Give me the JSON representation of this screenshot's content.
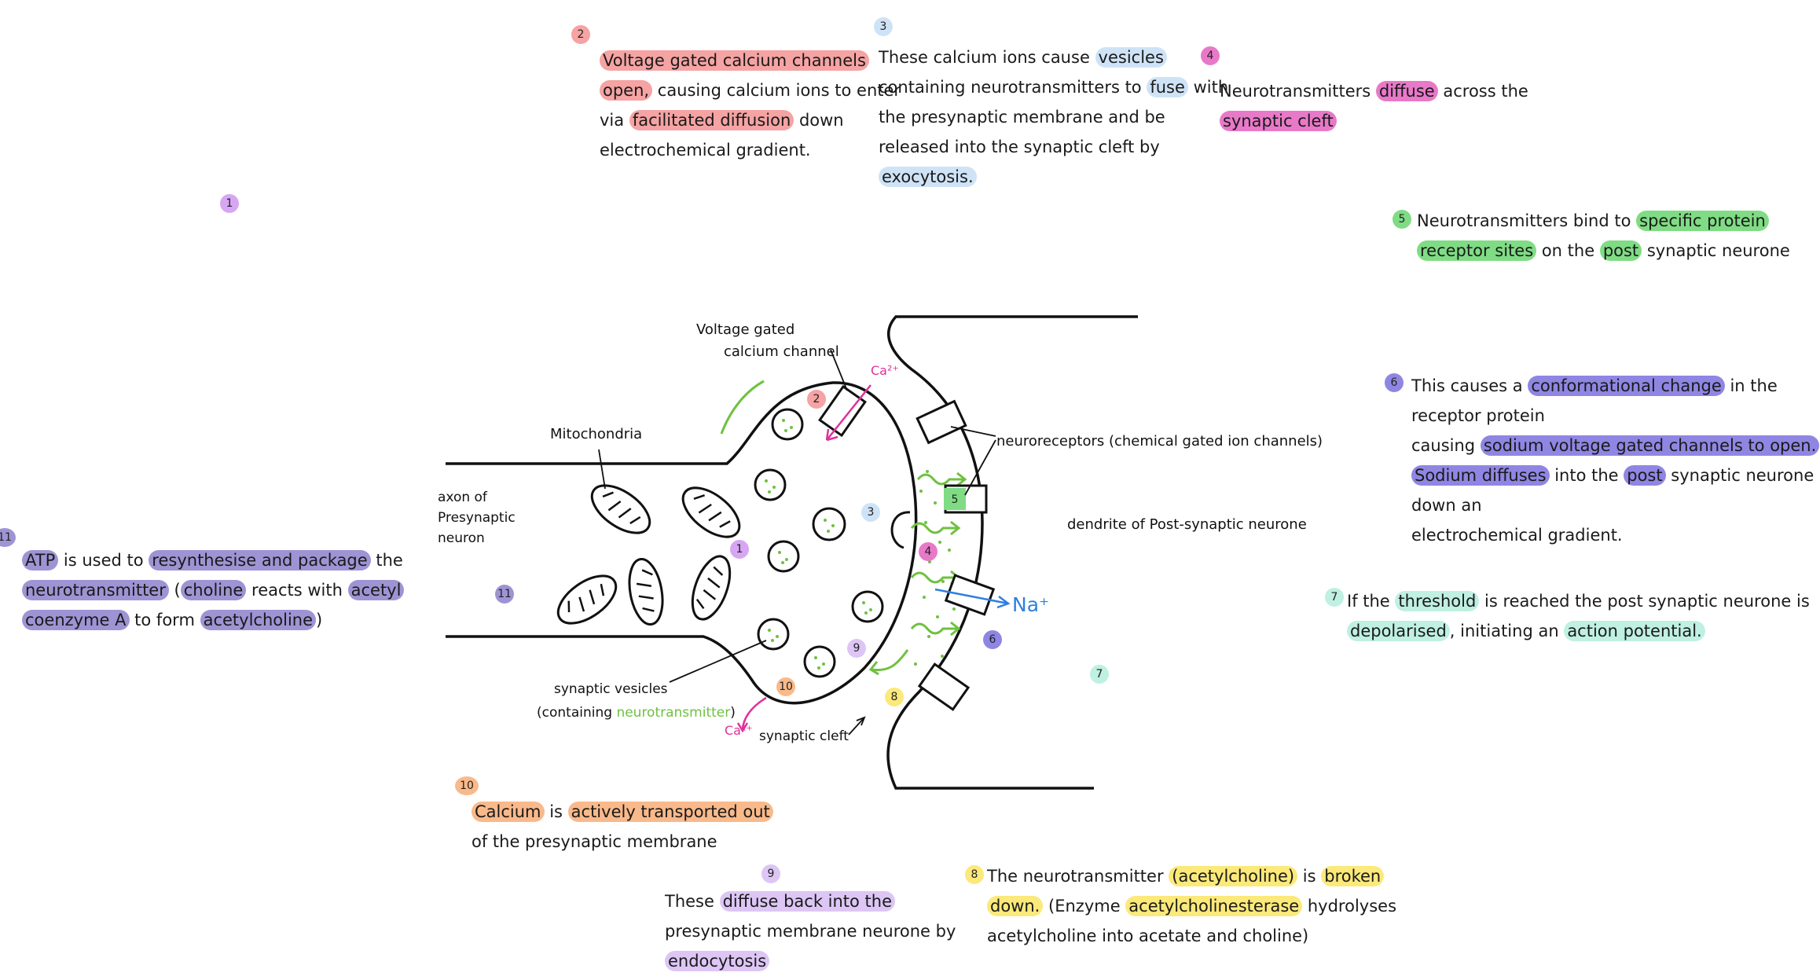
{
  "colors": {
    "red": "#f5a3a3",
    "blue": "#cfe3f7",
    "pink": "#e879c8",
    "green": "#7fdc84",
    "purple": "#8f86e3",
    "teal": "#bff0e2",
    "yellow": "#fbe97a",
    "lavender": "#ddc6f5",
    "orange": "#f9b98a",
    "lilac": "#d7a6f3",
    "slate": "#9e94d4",
    "neuro_green": "#6fc140",
    "calcium_pink": "#e0329a",
    "sodium_blue": "#2f7fe0"
  },
  "steps": {
    "s1": {
      "num": "1"
    },
    "s2": {
      "num": "2",
      "l1a": "Voltage gated calcium channels",
      "l2a": "open,",
      "l2b": " causing calcium ions to enter",
      "l3a": "via ",
      "l3b": "facilitated diffusion",
      "l3c": " down",
      "l4": "electrochemical gradient."
    },
    "s3": {
      "num": "3",
      "l1a": "These calcium ions cause ",
      "l1b": "vesicles",
      "l2a": "containing neurotransmitters to ",
      "l2b": "fuse",
      "l2c": " with",
      "l3": "the presynaptic membrane and be",
      "l4": "released into the synaptic cleft by",
      "l5": "exocytosis."
    },
    "s4": {
      "num": "4",
      "l1a": "Neurotransmitters ",
      "l1b": "diffuse",
      "l1c": " across the",
      "l2": "synaptic cleft"
    },
    "s5": {
      "num": "5",
      "l1a": "Neurotransmitters bind to ",
      "l1b": "specific protein",
      "l2a": "receptor sites",
      "l2b": " on the ",
      "l2c": "post",
      "l2d": " synaptic neurone"
    },
    "s6": {
      "num": "6",
      "l1a": "This causes a ",
      "l1b": "conformational change",
      "l1c": " in the receptor protein",
      "l2a": "causing ",
      "l2b": "sodium voltage gated channels to open.",
      "l3a": "Sodium diffuses",
      "l3b": " into the ",
      "l3c": "post",
      "l3d": " synaptic neurone down an",
      "l4": "electrochemical gradient."
    },
    "s7": {
      "num": "7",
      "l1a": "If the ",
      "l1b": "threshold",
      "l1c": " is reached the post synaptic neurone is",
      "l2a": "depolarised",
      "l2b": ", initiating an ",
      "l2c": "action potential."
    },
    "s8": {
      "num": "8",
      "l1a": "The neurotransmitter ",
      "l1b": "(acetylcholine)",
      "l1c": " is ",
      "l1d": "broken",
      "l2a": "down.",
      "l2b": " (Enzyme ",
      "l2c": "acetylcholinesterase",
      "l2d": " hydrolyses",
      "l3": "acetylcholine into acetate and choline)"
    },
    "s9": {
      "num": "9",
      "l1a": "These ",
      "l1b": "diffuse back into the",
      "l2": "presynaptic membrane neurone by",
      "l3": "endocytosis"
    },
    "s10": {
      "num": "10",
      "l1a": "Calcium",
      "l1b": " is ",
      "l1c": "actively transported out",
      "l2": "of the presynaptic membrane"
    },
    "s11": {
      "num": "11",
      "l1a": "ATP",
      "l1b": " is used to ",
      "l1c": "resynthesise and package",
      "l1d": " the",
      "l2a": "neurotransmitter",
      "l2b": " (",
      "l2c": "choline",
      "l2d": " reacts with ",
      "l2e": "acetyl",
      "l3a": "coenzyme A",
      "l3b": " to form ",
      "l3c": "acetylcholine",
      "l3d": ")"
    }
  },
  "diagram": {
    "labels": {
      "vgcc_1": "Voltage gated",
      "vgcc_2": "calcium channel",
      "mito": "Mitochondria",
      "axon_1": "axon of",
      "axon_2": "Presynaptic",
      "axon_3": "neuron",
      "neuroreceptors": "neuroreceptors (chemical gated ion channels)",
      "dendrite": "dendrite of Post-synaptic neurone",
      "vesicles_1": "synaptic vesicles",
      "vesicles_2a": "(containing ",
      "vesicles_2b": "neurotransmitter",
      "vesicles_2c": ")",
      "cleft": "synaptic cleft",
      "ca_top": "Ca²⁺",
      "ca_bottom": "Ca²⁺",
      "na": "Na⁺"
    },
    "markers": {
      "m1": "1",
      "m2": "2",
      "m3": "3",
      "m4": "4",
      "m5": "5",
      "m6": "6",
      "m7": "7",
      "m8": "8",
      "m9": "9",
      "m10": "10",
      "m11": "11"
    }
  }
}
